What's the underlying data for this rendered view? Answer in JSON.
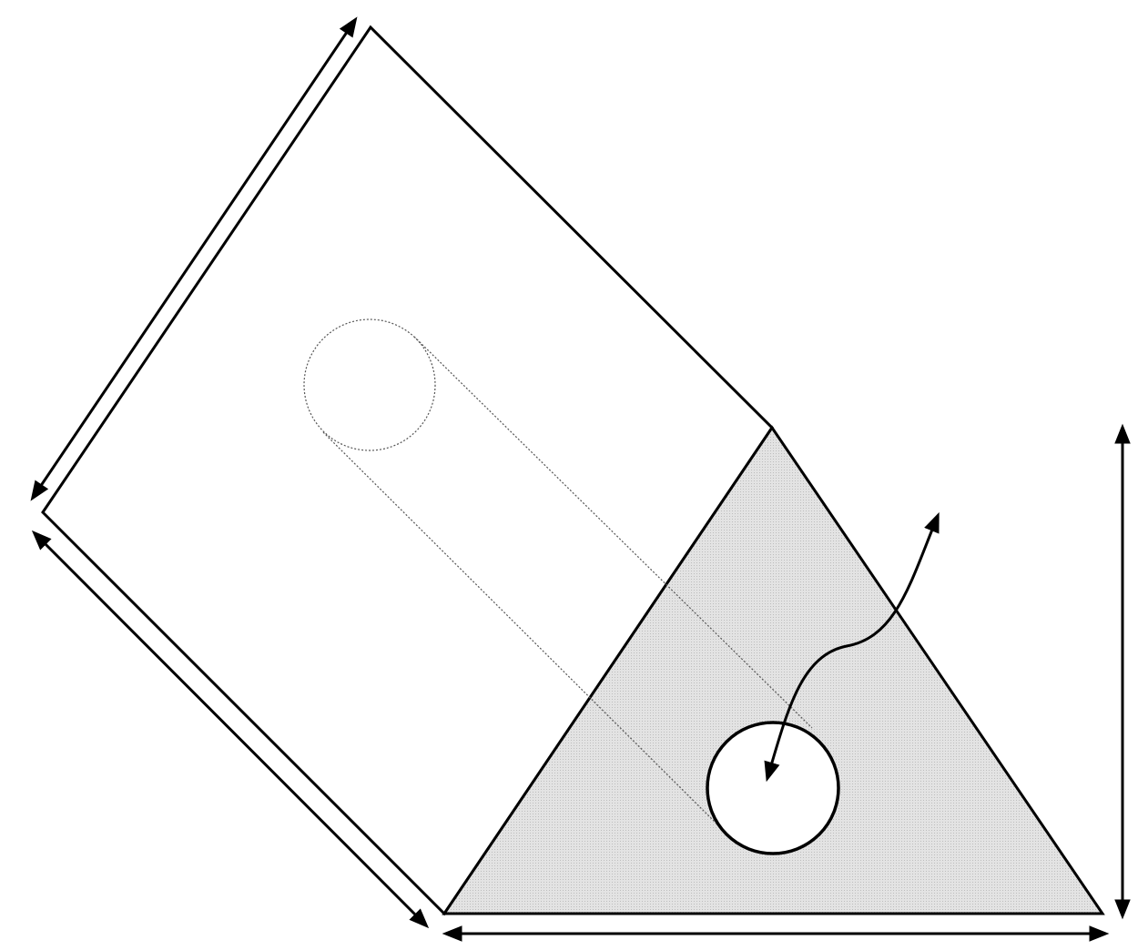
{
  "diagram": {
    "type": "geometric-figure",
    "shapes": [
      "parallelogram",
      "triangle",
      "circle",
      "circle-ghost"
    ],
    "arrows": [
      "left-edge-dimension",
      "lower-left-edge-dimension",
      "base-dimension",
      "height-dimension",
      "curved-arrow"
    ],
    "colors": {
      "stroke": "#000000",
      "triangle_fill": "#d9d9d9",
      "ghost_stroke": "#666666",
      "background": "#ffffff"
    },
    "icons": [
      "double-arrow-icon",
      "curved-arrow-icon"
    ]
  }
}
